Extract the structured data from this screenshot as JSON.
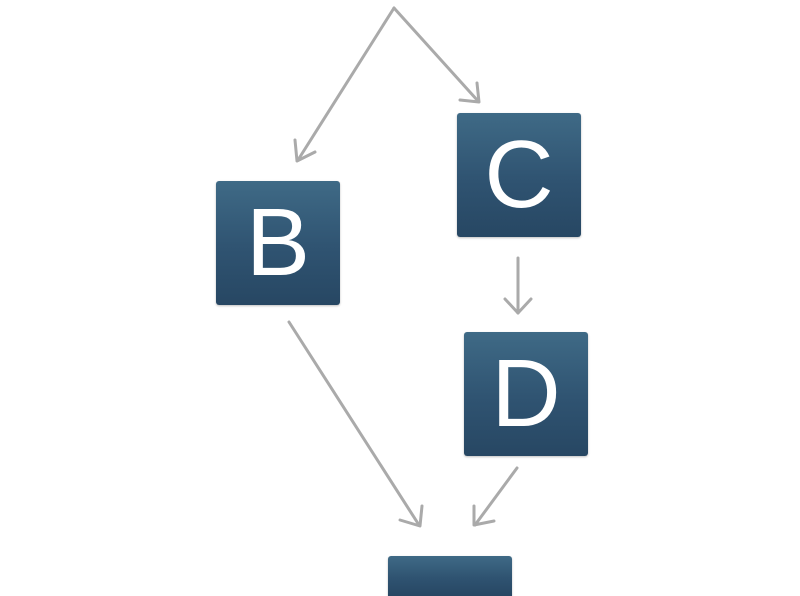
{
  "nodes": {
    "b": {
      "label": "B"
    },
    "c": {
      "label": "C"
    },
    "d": {
      "label": "D"
    },
    "e": {
      "label": ""
    }
  },
  "colors": {
    "node_fill": "#2f5371",
    "node_text": "#ffffff",
    "edge": "#aaaaaa",
    "background": "#ffffff"
  }
}
